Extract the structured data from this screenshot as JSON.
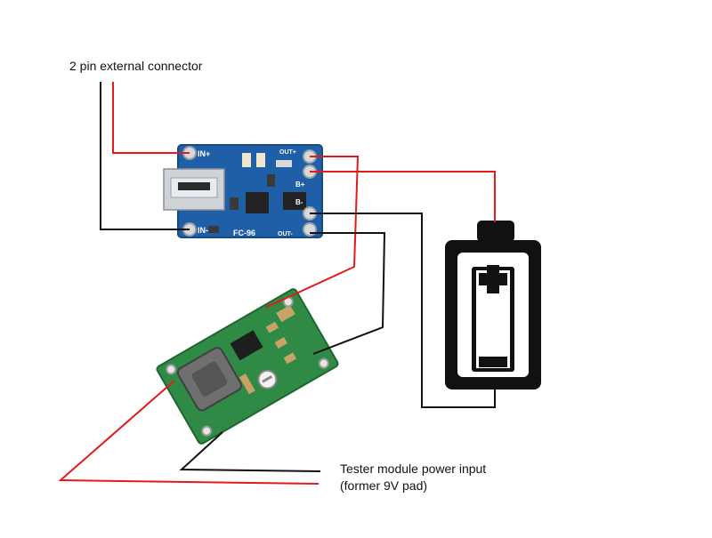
{
  "labels": {
    "connector": "2 pin external connector",
    "tester_line1": "Tester module power input",
    "tester_line2": "(former 9V pad)"
  },
  "charger_board": {
    "pad_in_plus": "IN+",
    "pad_in_minus": "IN-",
    "pad_out_plus": "OUT+",
    "pad_out_minus": "OUT-",
    "pad_b_plus": "B+",
    "pad_b_minus": "B-",
    "model": "FC-96"
  },
  "battery": {
    "plus_symbol": "+",
    "minus_symbol": "−"
  },
  "colors": {
    "wire_positive": "#e31b1b",
    "wire_negative": "#111111",
    "pcb_charger": "#1f5fa8",
    "pcb_converter": "#2f8a45",
    "battery": "#111111"
  }
}
